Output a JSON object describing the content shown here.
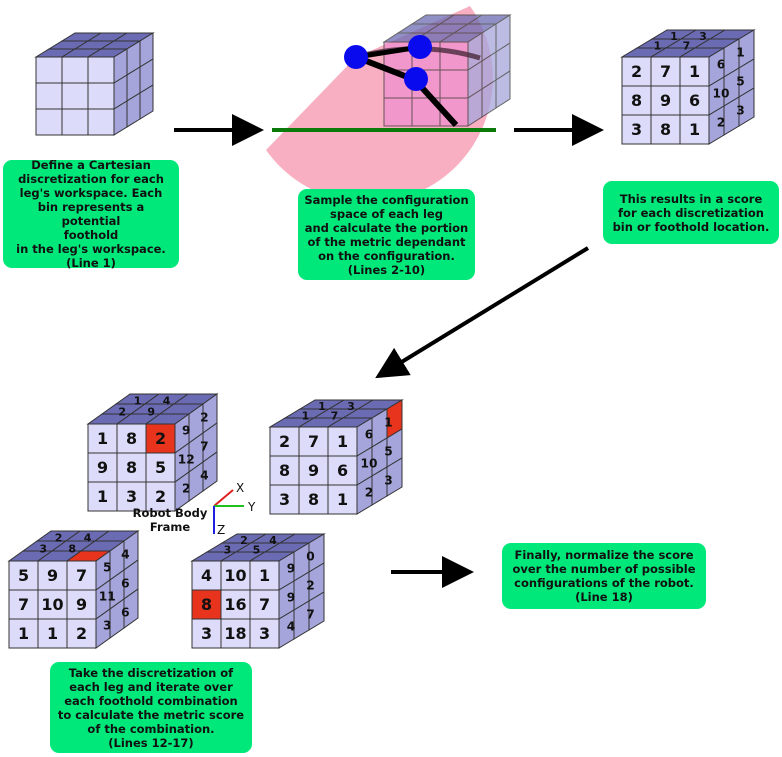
{
  "steps": {
    "step1": "Define a Cartesian\ndiscretization for each\nleg's workspace. Each\nbin represents a potential\nfoothold\nin the leg's workspace.\n(Line 1)",
    "step2": "Sample the configuration\nspace of each leg\nand calculate the portion\nof the metric dependant\non the configuration.\n(Lines 2-10)",
    "step3": "This results in a score\nfor each discretization\nbin or foothold location.",
    "step4": "Take the discretization of\neach leg and iterate over\neach foothold combination\nto calculate the metric score\nof the combination.\n(Lines 12-17)",
    "step5": "Finally, normalize the score\nover the number of possible\nconfigurations of the robot.\n(Line 18)"
  },
  "robot_frame": {
    "label": "Robot Body\nFrame",
    "axis_x": "X",
    "axis_y": "Y",
    "axis_z": "Z"
  },
  "colors": {
    "box_green": "#00e87a",
    "cell_face": "#dcdcfa",
    "cell_side": "#a5a5dc",
    "cell_top": "#6b6bb4",
    "highlight": "#e8341c",
    "leg_ground": "#0a7a0a",
    "joint": "#0a0aee",
    "workspace": "#f7a1b6"
  },
  "cubes": [
    {
      "id": "cube-empty",
      "front": [
        "",
        "",
        "",
        "",
        "",
        "",
        "",
        "",
        ""
      ],
      "side": [
        "",
        "",
        "",
        "",
        "",
        ""
      ],
      "top": [
        "",
        "",
        "",
        "",
        "",
        ""
      ],
      "hl": []
    },
    {
      "id": "cube-result",
      "front": [
        "2",
        "7",
        "1",
        "8",
        "9",
        "6",
        "3",
        "8",
        "1"
      ],
      "side": [
        "6",
        "1",
        "10",
        "5",
        "2",
        "3"
      ],
      "top": [
        "1",
        "3",
        "1",
        "7",
        "",
        ""
      ],
      "hl": []
    },
    {
      "id": "cube-leg1",
      "front": [
        "1",
        "8",
        "2",
        "9",
        "8",
        "5",
        "1",
        "3",
        "2"
      ],
      "side": [
        "9",
        "2",
        "12",
        "7",
        "2",
        "4"
      ],
      "top": [
        "1",
        "4",
        "2",
        "9",
        "",
        ""
      ],
      "hl": [
        "f2"
      ]
    },
    {
      "id": "cube-leg2",
      "front": [
        "2",
        "7",
        "1",
        "8",
        "9",
        "6",
        "3",
        "8",
        "1"
      ],
      "side": [
        "6",
        "1",
        "10",
        "5",
        "2",
        "3"
      ],
      "top": [
        "1",
        "3",
        "1",
        "7",
        "",
        ""
      ],
      "hl": [
        "s2"
      ]
    },
    {
      "id": "cube-leg3",
      "front": [
        "5",
        "9",
        "7",
        "7",
        "10",
        "9",
        "1",
        "1",
        "2"
      ],
      "side": [
        "5",
        "4",
        "11",
        "6",
        "3",
        "6"
      ],
      "top": [
        "2",
        "4",
        "3",
        "8",
        "",
        ""
      ],
      "hl": [
        "t2"
      ]
    },
    {
      "id": "cube-leg4",
      "front": [
        "4",
        "10",
        "1",
        "8",
        "16",
        "7",
        "3",
        "18",
        "3"
      ],
      "side": [
        "9",
        "0",
        "9",
        "2",
        "4",
        "7"
      ],
      "top": [
        "2",
        "4",
        "3",
        "5",
        "",
        ""
      ],
      "hl": [
        "f3"
      ]
    }
  ]
}
